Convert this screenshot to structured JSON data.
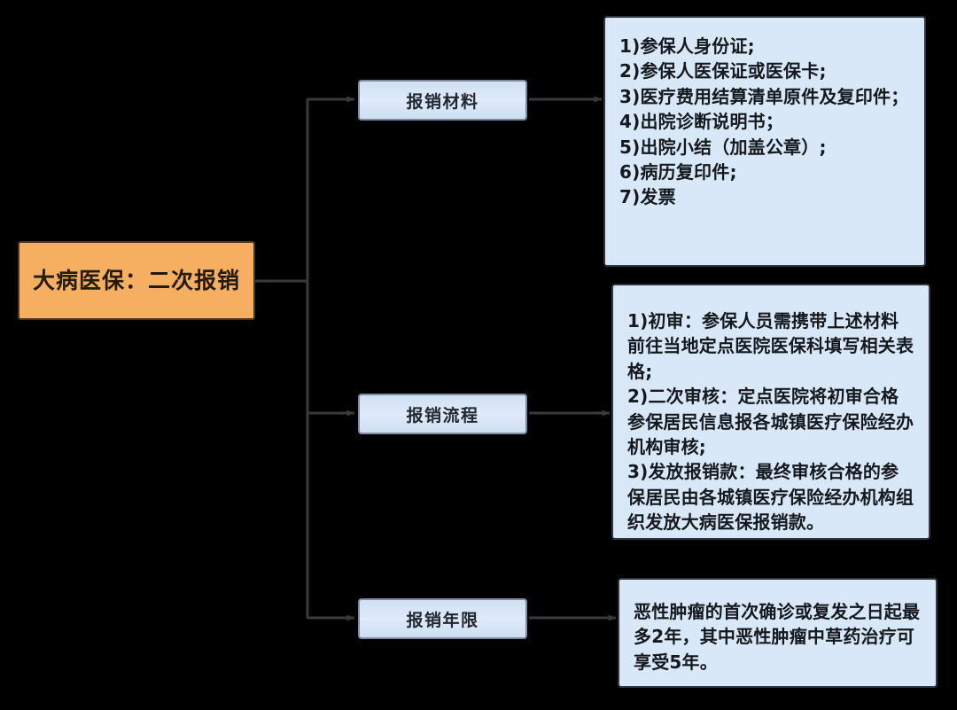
{
  "diagram": {
    "title": "大病医保：二次报销",
    "background_color": "#000000",
    "root": {
      "label": "大病医保：二次报销",
      "fill_color": "#F6AF60",
      "border_color": "#4A3520"
    },
    "branches": [
      {
        "key": "materials",
        "label": "报销材料",
        "content": "1)参保人身份证;\n2)参保人医保证或医保卡;\n3)医疗费用结算清单原件及复印件；\n4)出院诊断说明书；\n5)出院小结（加盖公章）;\n6)病历复印件;\n7)发票",
        "fill_color": "#D8E8F8",
        "border_color": "#2F3640"
      },
      {
        "key": "process",
        "label": "报销流程",
        "content": "1)初审：参保人员需携带上述材料前往当地定点医院医保科填写相关表格;\n2)二次审核：定点医院将初审合格参保居民信息报各城镇医疗保险经办机构审核;\n3)发放报销款：最终审核合格的参保居民由各城镇医疗保险经办机构组织发放大病医保报销款。",
        "fill_color": "#D8E8F8",
        "border_color": "#2F3640"
      },
      {
        "key": "period",
        "label": "报销年限",
        "content": "恶性肿瘤的首次确诊或复发之日起最多2年，其中恶性肿瘤中草药治疗可享受5年。",
        "fill_color": "#D8E8F8",
        "border_color": "#2F3640"
      }
    ],
    "connector_color": "#3A3A3A"
  }
}
